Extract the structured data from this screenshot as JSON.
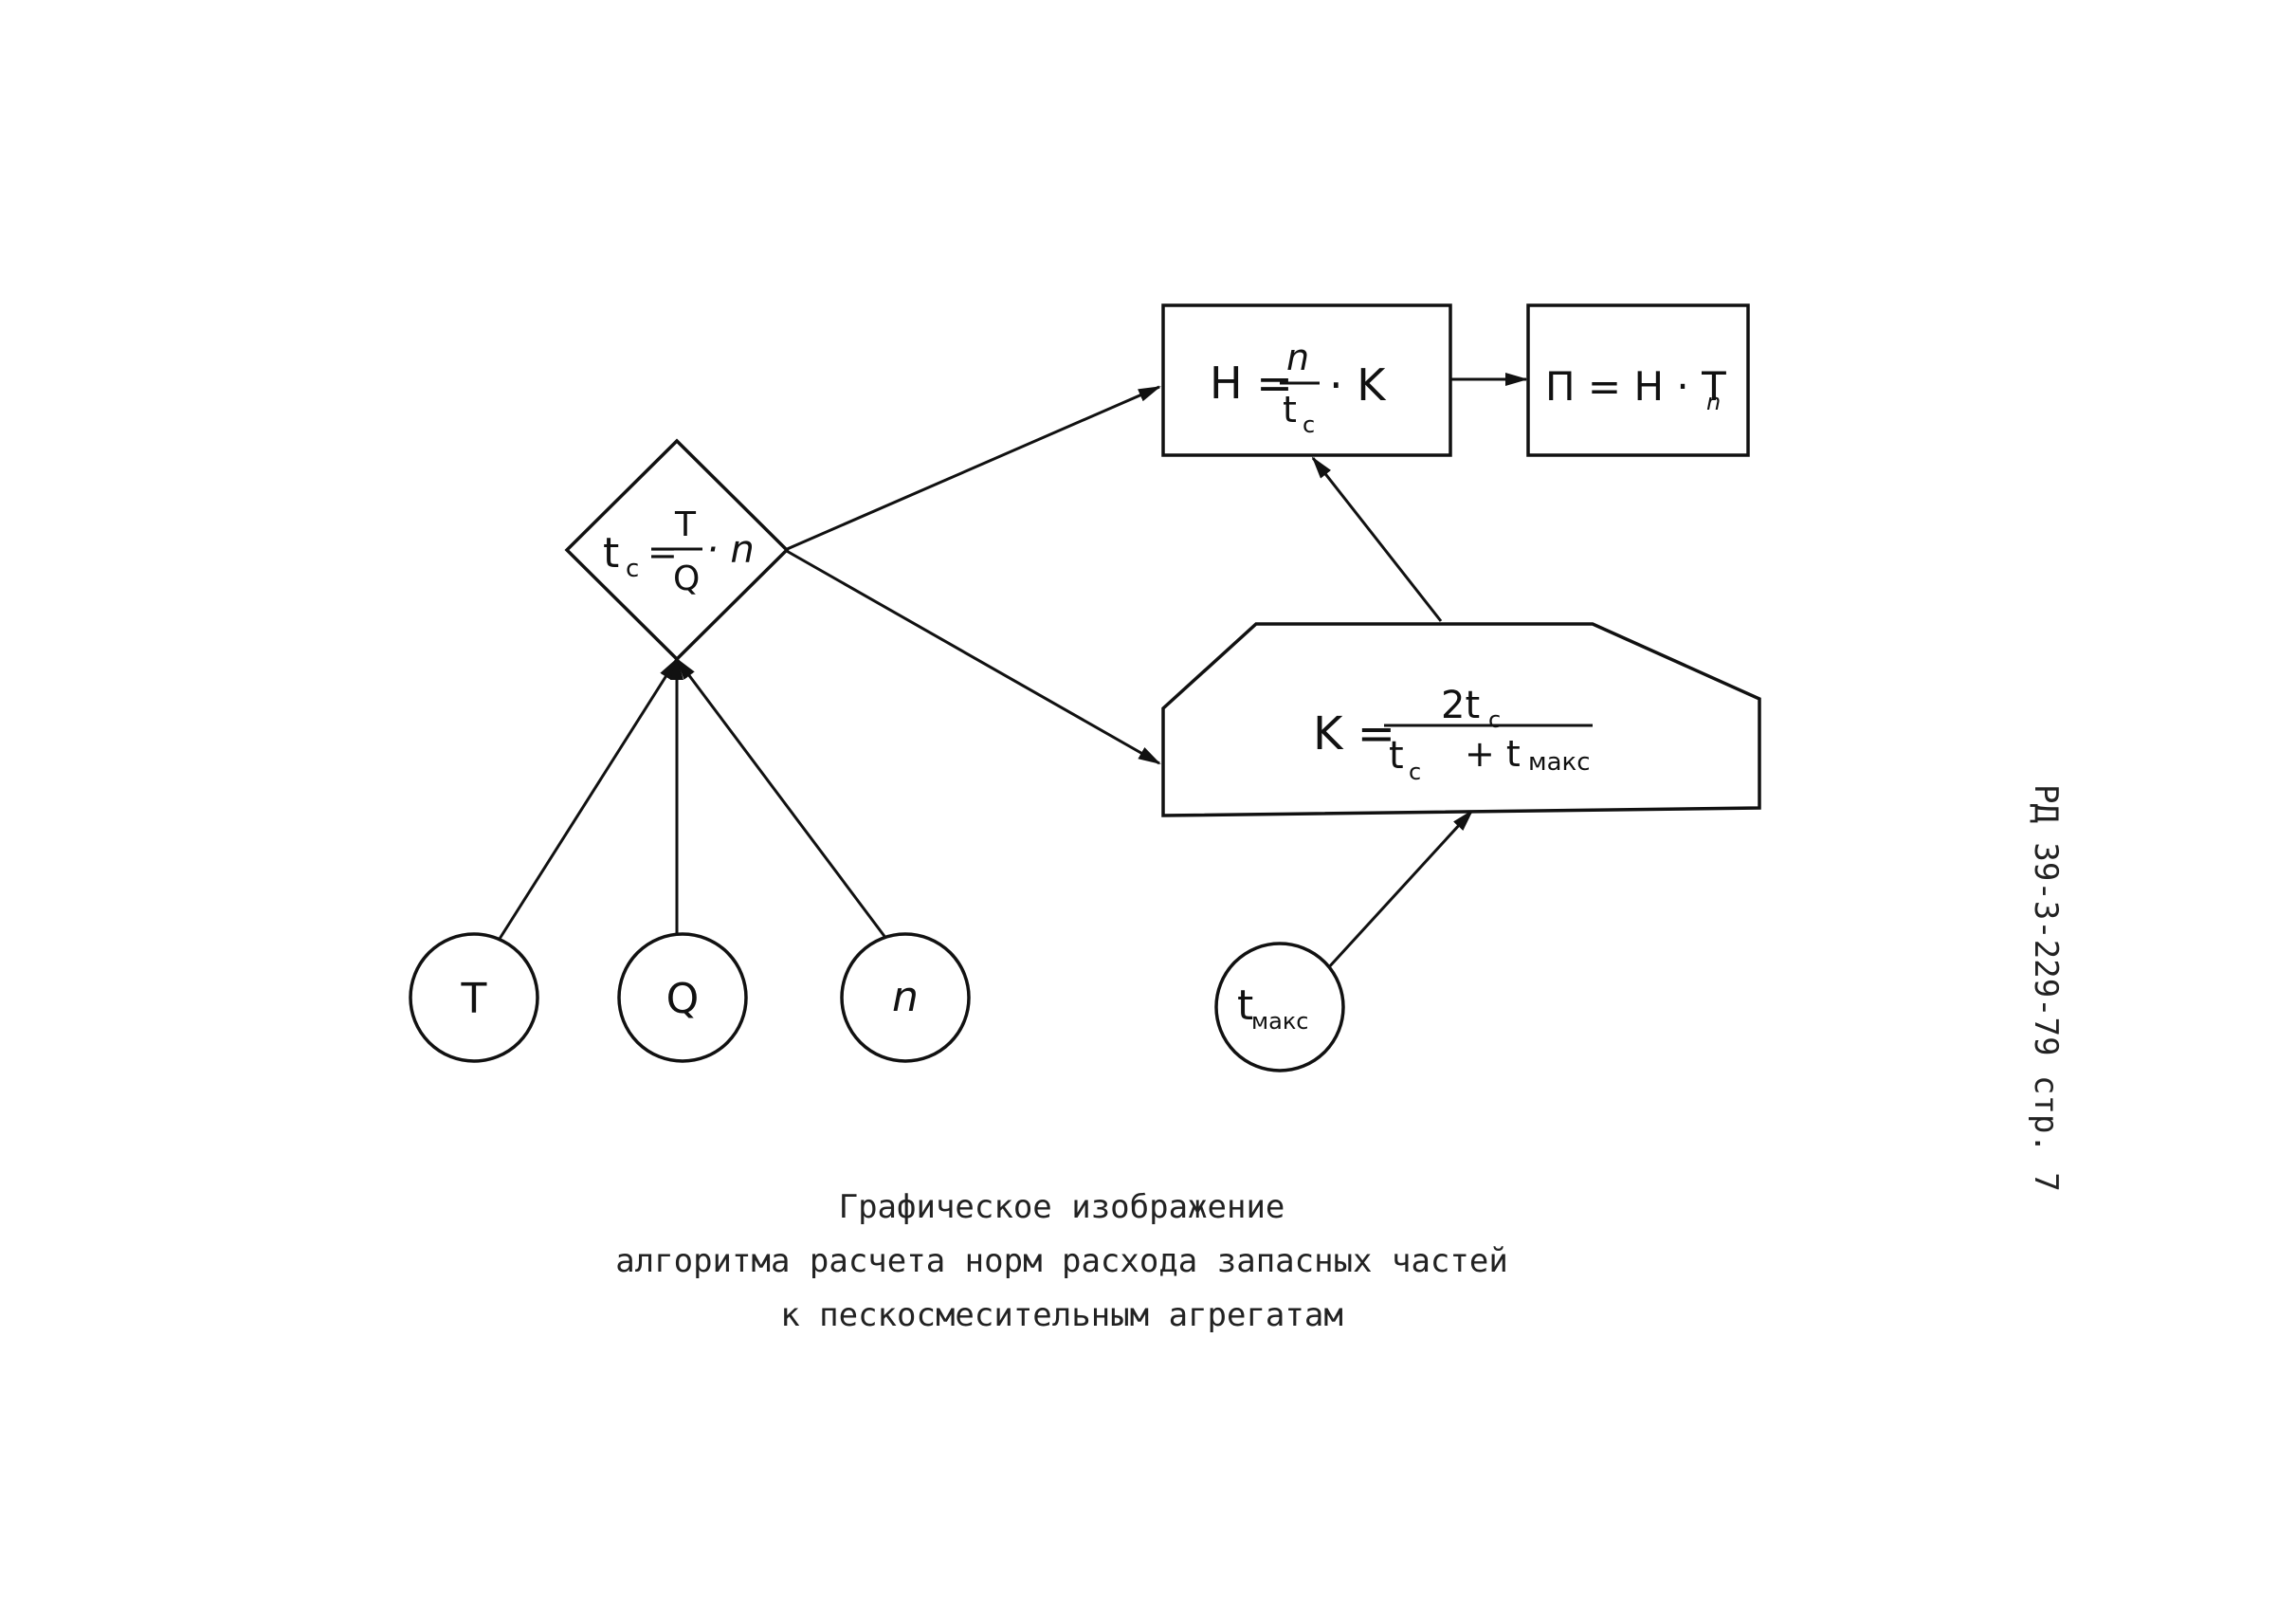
{
  "diagram": {
    "nodes": {
      "decision": {
        "lhs": "t",
        "lhs_sub": "c",
        "num": "T",
        "den": "Q",
        "tail": "· n"
      },
      "norm": {
        "lhs": "H =",
        "num": "n",
        "den": "t",
        "den_sub": "c",
        "tail": "· K"
      },
      "demand": {
        "text": "П = H · T",
        "sub": "n"
      },
      "coefficient": {
        "lhs": "K =",
        "num": "2t",
        "num_sub": "c",
        "den_a": "t",
        "den_a_sub": "c",
        "den_b": "+ t",
        "den_b_sub": "макс"
      },
      "input_T": {
        "label": "T"
      },
      "input_Q": {
        "label": "Q"
      },
      "input_n": {
        "label": "n"
      },
      "input_tmax": {
        "label": "t",
        "sub": "макс"
      }
    }
  },
  "caption": {
    "line1": "Графическое изображение",
    "line2": "алгоритма расчета норм расхода запасных частей",
    "line3": "к пескосмесительным агрегатам"
  },
  "side_note": "РД 39-3-229-79  стр. 7"
}
